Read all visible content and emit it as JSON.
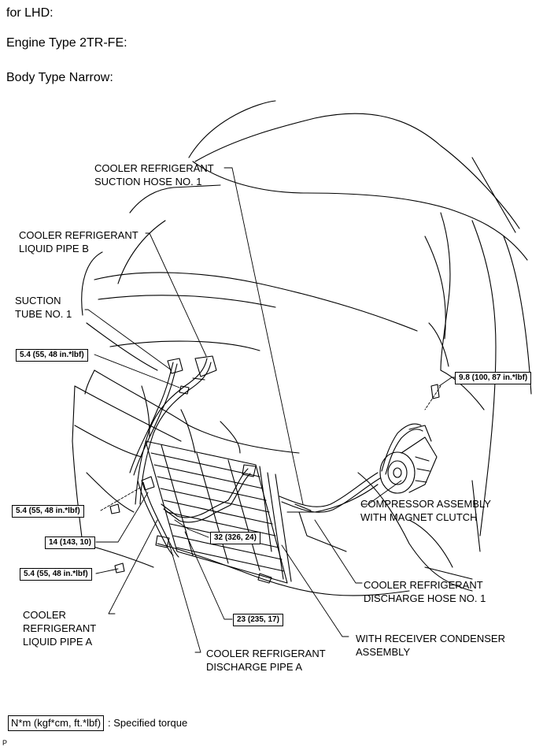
{
  "header": {
    "line1": "for LHD:",
    "line2": "Engine Type 2TR-FE:",
    "line3": "Body Type Narrow:"
  },
  "labels": {
    "suction_hose": "COOLER REFRIGERANT\nSUCTION HOSE NO. 1",
    "liquid_pipe_b": "COOLER REFRIGERANT\nLIQUID PIPE B",
    "suction_tube": "SUCTION\nTUBE NO. 1",
    "compressor": "COMPRESSOR ASSEMBLY\nWITH MAGNET CLUTCH",
    "discharge_hose": "COOLER REFRIGERANT\nDISCHARGE HOSE NO. 1",
    "receiver_condenser": "WITH RECEIVER CONDENSER\nASSEMBLY",
    "liquid_pipe_a": "COOLER\nREFRIGERANT\nLIQUID PIPE A",
    "discharge_pipe_a": "COOLER REFRIGERANT\nDISCHARGE PIPE A"
  },
  "torques": {
    "t1": "5.4 (55, 48 in.*lbf)",
    "t2": "9.8 (100, 87 in.*lbf)",
    "t3": "5.4 (55, 48 in.*lbf)",
    "t4": "14 (143, 10)",
    "t5": "32 (326, 24)",
    "t6": "5.4 (55, 48 in.*lbf)",
    "t7": "23 (235, 17)"
  },
  "legend": {
    "unit_box": "N*m (kgf*cm, ft.*lbf)",
    "text": ": Specified torque"
  },
  "figure_code": "P"
}
